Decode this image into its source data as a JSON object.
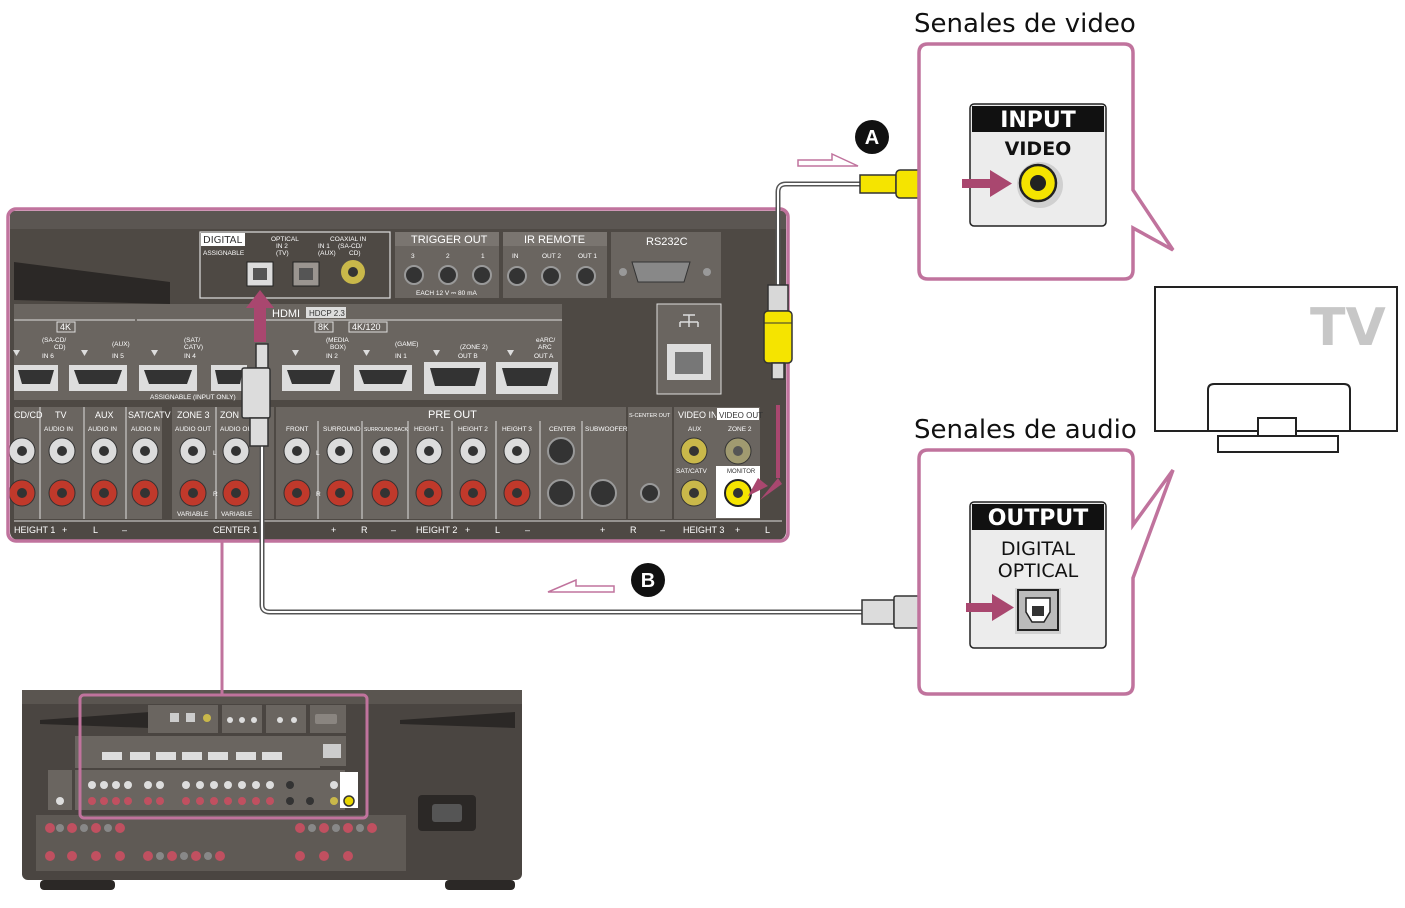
{
  "callouts": {
    "video_title": "Senales de video",
    "audio_title": "Senales de audio"
  },
  "tv_panel": {
    "input_header": "INPUT",
    "input_label": "VIDEO",
    "output_header": "OUTPUT",
    "output_label_1": "DIGITAL",
    "output_label_2": "OPTICAL"
  },
  "tv": {
    "label": "TV"
  },
  "markers": {
    "a": "A",
    "b": "B"
  },
  "receiver": {
    "digital": "DIGITAL",
    "assignable": "ASSIGNABLE",
    "optical": "OPTICAL",
    "optical_in": "IN 2",
    "optical_tv": "(TV)",
    "coaxial": "COAXIAL IN",
    "coax_in": "IN 1",
    "coax_aux": "(AUX)",
    "coax_sacd": "(SA-CD/",
    "coax_cd": "CD)",
    "trigger_out": "TRIGGER OUT",
    "trigger_3": "3",
    "trigger_2": "2",
    "trigger_1": "1",
    "trigger_note": "EACH 12 V ⎓ 80 mA",
    "ir_remote": "IR REMOTE",
    "ir_in": "IN",
    "ir_out2": "OUT 2",
    "ir_out1": "OUT 1",
    "rs232c": "RS232C",
    "hdmi": "HDMI",
    "hdcp": "HDCP 2.3",
    "res_4k": "4K",
    "res_8k": "8K",
    "res_4k120": "4K/120",
    "hdmi_in6_top": "(SA-CD/",
    "hdmi_in6_mid": "CD)",
    "hdmi_in6": "IN 6",
    "hdmi_in5_top": "(AUX)",
    "hdmi_in5": "IN 5",
    "hdmi_in4_top": "(SAT/",
    "hdmi_in4_mid": "CATV)",
    "hdmi_in4": "IN 4",
    "hdmi_in2_top": "(MEDIA",
    "hdmi_in2_mid": "BOX)",
    "hdmi_in2": "IN 2",
    "hdmi_in1_top": "(GAME)",
    "hdmi_in1": "IN 1",
    "hdmi_outb_top": "(ZONE 2)",
    "hdmi_outb": "OUT B",
    "hdmi_outa_top": "eARC/",
    "hdmi_outa_mid": "ARC",
    "hdmi_outa": "OUT A",
    "assignable_input": "ASSIGNABLE (INPUT ONLY)",
    "cdcd": "CD/CD",
    "tv_col": "TV",
    "aux_col": "AUX",
    "satcatv_col": "SAT/CATV",
    "zone3": "ZONE 3",
    "zone2_partial": "ZON",
    "audio_in": "AUDIO IN",
    "audio_out": "AUDIO OUT",
    "variable": "VARIABLE",
    "pre_out": "PRE OUT",
    "front": "FRONT",
    "surround": "SURROUND",
    "surround_back": "SURROUND BACK",
    "height1": "HEIGHT 1",
    "height2": "HEIGHT 2",
    "height3": "HEIGHT 3",
    "center": "CENTER",
    "subwoofer": "SUBWOOFER",
    "s_center_out": "S-CENTER OUT",
    "video_in": "VIDEO IN",
    "video_in_aux": "AUX",
    "video_in_sat": "SAT/CATV",
    "video_out": "VIDEO OUT",
    "video_out_zone2": "ZONE 2",
    "monitor": "MONITOR",
    "bottom_height1": "HEIGHT 1",
    "bottom_center1": "CENTER 1",
    "bottom_height2": "HEIGHT 2",
    "bottom_height3": "HEIGHT 3",
    "plus": "+",
    "minus": "–",
    "L": "L",
    "R": "R"
  },
  "colors": {
    "highlight": "#c0739d",
    "arrow": "#a9476f",
    "panel": "#4e4944",
    "yellow_plug": "#f5e400",
    "cable": "#555555"
  }
}
